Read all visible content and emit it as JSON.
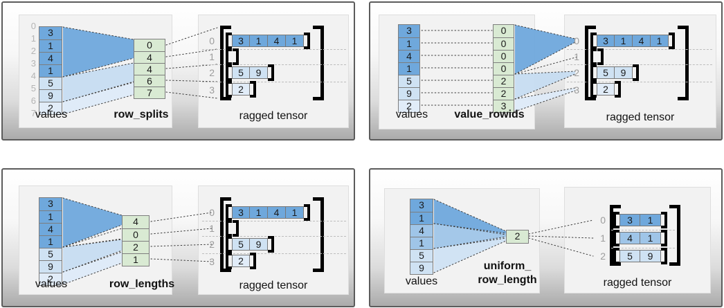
{
  "colors": {
    "blue_dark": "#6fa8dc",
    "blue_mid": "#9fc5e8",
    "blue_light": "#cfe2f3",
    "blue_faint": "#e1ecf8",
    "green": "#d9ead3",
    "panel_bg": "#f2f2f2"
  },
  "panels": {
    "row_splits": {
      "values_label": "values",
      "ctor_label": "row_splits",
      "tensor_label": "ragged tensor",
      "value_boundary_indices": [
        "0",
        "1",
        "2",
        "3",
        "4",
        "5",
        "6",
        "7"
      ],
      "values": [
        "3",
        "1",
        "4",
        "1",
        "5",
        "9",
        "2"
      ],
      "ctor_cells": [
        "0",
        "4",
        "4",
        "6",
        "7"
      ],
      "tensor_row_indices": [
        "0",
        "1",
        "2",
        "3"
      ],
      "tensor_rows": [
        [
          "3",
          "1",
          "4",
          "1"
        ],
        [],
        [
          "5",
          "9"
        ],
        [
          "2"
        ]
      ]
    },
    "value_rowids": {
      "values_label": "values",
      "ctor_label": "value_rowids",
      "tensor_label": "ragged tensor",
      "values": [
        "3",
        "1",
        "4",
        "1",
        "5",
        "9",
        "2"
      ],
      "ctor_cells": [
        "0",
        "0",
        "0",
        "0",
        "2",
        "2",
        "3"
      ],
      "tensor_row_indices": [
        "0",
        "1",
        "2",
        "3"
      ],
      "tensor_rows": [
        [
          "3",
          "1",
          "4",
          "1"
        ],
        [],
        [
          "5",
          "9"
        ],
        [
          "2"
        ]
      ]
    },
    "row_lengths": {
      "values_label": "values",
      "ctor_label": "row_lengths",
      "tensor_label": "ragged tensor",
      "values": [
        "3",
        "1",
        "4",
        "1",
        "5",
        "9",
        "2"
      ],
      "ctor_cells": [
        "4",
        "0",
        "2",
        "1"
      ],
      "tensor_row_indices": [
        "0",
        "1",
        "2",
        "3"
      ],
      "tensor_rows": [
        [
          "3",
          "1",
          "4",
          "1"
        ],
        [],
        [
          "5",
          "9"
        ],
        [
          "2"
        ]
      ]
    },
    "uniform_row_length": {
      "values_label": "values",
      "ctor_label_line1": "uniform_",
      "ctor_label_line2": "row_length",
      "tensor_label": "ragged tensor",
      "values": [
        "3",
        "1",
        "4",
        "1",
        "5",
        "9"
      ],
      "ctor_cells": [
        "2"
      ],
      "tensor_row_indices": [
        "0",
        "1",
        "2"
      ],
      "tensor_rows": [
        [
          "3",
          "1"
        ],
        [
          "4",
          "1"
        ],
        [
          "5",
          "9"
        ]
      ]
    }
  }
}
